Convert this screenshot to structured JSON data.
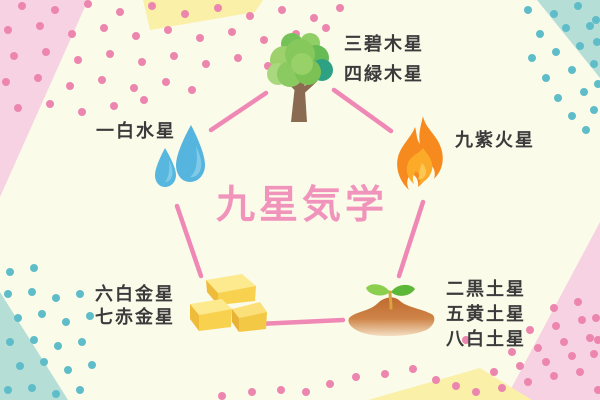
{
  "title": "九星気学",
  "elements": {
    "wood": {
      "name": "wood",
      "icon": "tree-icon",
      "labels": [
        "三碧木星",
        "四緑木星"
      ]
    },
    "fire": {
      "name": "fire",
      "icon": "fire-icon",
      "labels": [
        "九紫火星"
      ]
    },
    "earth": {
      "name": "earth",
      "icon": "soil-sprout-icon",
      "labels": [
        "二黒土星",
        "五黄土星",
        "八白土星"
      ]
    },
    "metal": {
      "name": "metal",
      "icon": "gold-bars-icon",
      "labels": [
        "六白金星",
        "七赤金星"
      ]
    },
    "water": {
      "name": "water",
      "icon": "water-drops-icon",
      "labels": [
        "一白水星"
      ]
    }
  },
  "colors": {
    "background": "#fbfbea",
    "title_pink": "#f194bb",
    "link_pink": "#ee7cb0",
    "label_text": "#3b3b3b",
    "deco_pink": "#f7d2e3",
    "deco_pink_dot": "#ec86ae",
    "deco_yellow": "#faf0a8",
    "deco_teal": "#b5ded7",
    "deco_teal_dot": "#5fbdc9"
  }
}
